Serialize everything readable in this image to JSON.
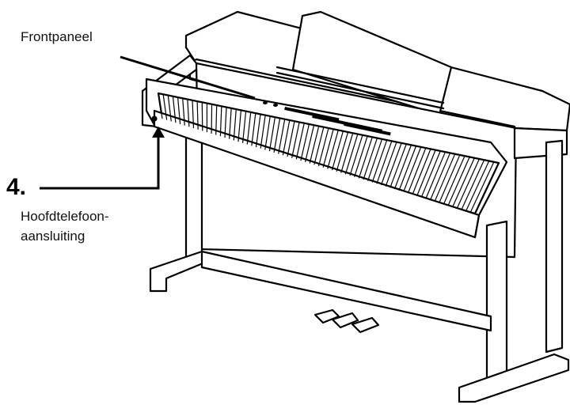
{
  "diagram": {
    "labels": {
      "front_panel": "Frontpaneel",
      "step_number": "4.",
      "headphone_line1": "Hoofdtelefoon-",
      "headphone_line2": "aansluiting"
    },
    "colors": {
      "line": "#000000",
      "fill": "#ffffff",
      "text": "#111111"
    }
  }
}
